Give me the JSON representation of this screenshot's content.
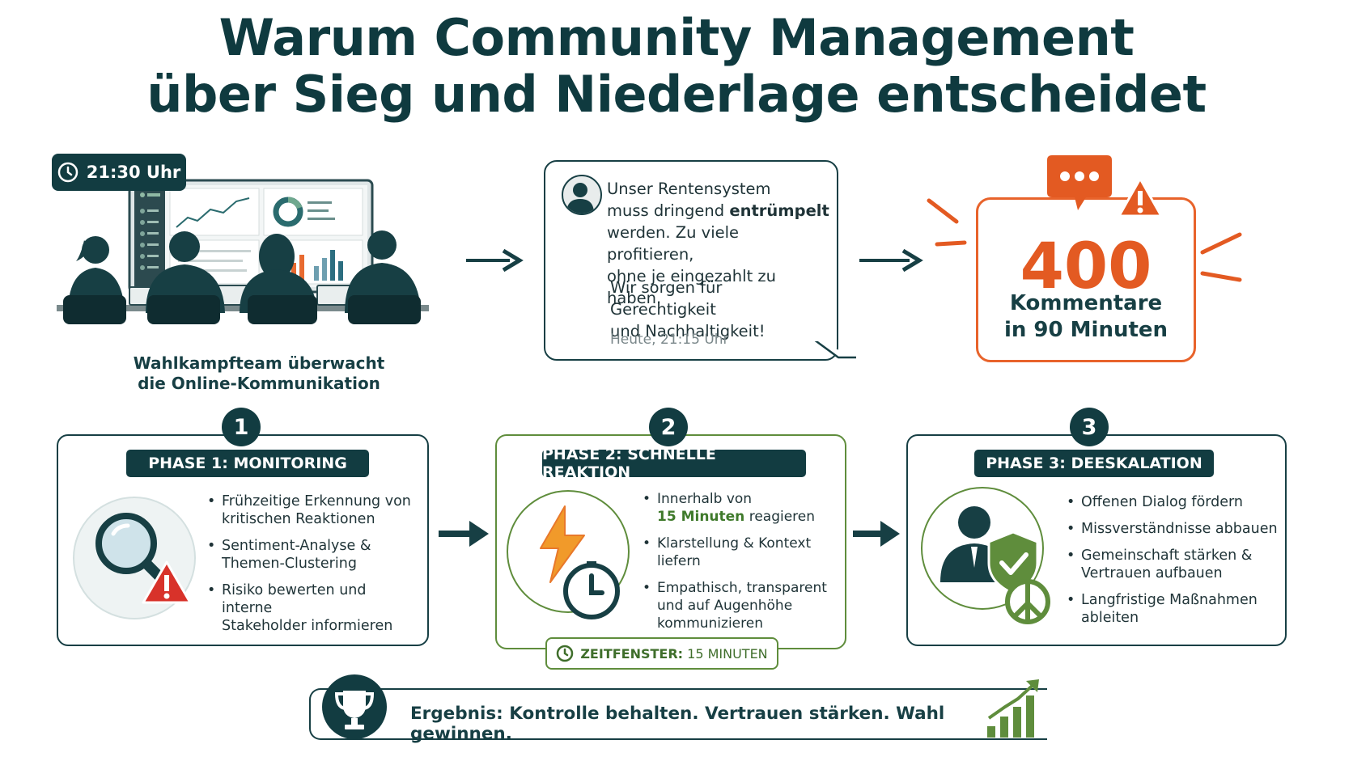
{
  "title": {
    "line1": "Warum Community Management",
    "line2": "über Sieg und Niederlage entscheidet"
  },
  "scene": {
    "time_badge": "21:30 Uhr",
    "caption_line1": "Wahlkampfteam überwacht",
    "caption_line2": "die Online-Kommunikation"
  },
  "post": {
    "line1": "Unser Rentensystem",
    "line2_pre": "muss dringend ",
    "line2_bold": "entrümpelt",
    "line3": "werden. Zu viele profitieren,",
    "line4": "ohne je eingezahlt zu haben.",
    "line5": "Wir sorgen für Gerechtigkeit",
    "line6": "und Nachhaltigkeit!",
    "time": "Heute, 21:15 Uhr"
  },
  "stat": {
    "number": "400",
    "label_line1": "Kommentare",
    "label_line2": "in 90 Minuten"
  },
  "phases": [
    {
      "number": "1",
      "title": "PHASE 1: MONITORING",
      "bullets": [
        [
          "Frühzeitige Erkennung von",
          "kritischen Reaktionen"
        ],
        [
          "Sentiment-Analyse &",
          "Themen-Clustering"
        ],
        [
          "Risiko bewerten und interne",
          "Stakeholder informieren"
        ]
      ]
    },
    {
      "number": "2",
      "title": "PHASE 2: SCHNELLE REAKTION",
      "bullet1_line1": "Innerhalb von",
      "bullet1_highlight": "15 Minuten",
      "bullet1_rest": " reagieren",
      "bullets": [
        [
          "Klarstellung & Kontext",
          "liefern"
        ],
        [
          "Empathisch, transparent",
          "und auf Augenhöhe",
          "kommunizieren"
        ]
      ],
      "window_label_bold": "ZEITFENSTER:",
      "window_label_rest": " 15 MINUTEN"
    },
    {
      "number": "3",
      "title": "PHASE 3: DEESKALATION",
      "bullets": [
        [
          "Offenen Dialog fördern"
        ],
        [
          "Missverständnisse abbauen"
        ],
        [
          "Gemeinschaft stärken &",
          "Vertrauen aufbauen"
        ],
        [
          "Langfristige Maßnahmen",
          "ableiten"
        ]
      ]
    }
  ],
  "result": {
    "text": "Ergebnis: Kontrolle behalten. Vertrauen stärken. Wahl gewinnen."
  },
  "colors": {
    "dark_teal": "#123c41",
    "orange": "#e35a22",
    "green": "#5f8d3c",
    "alert_red": "#d8322a"
  }
}
